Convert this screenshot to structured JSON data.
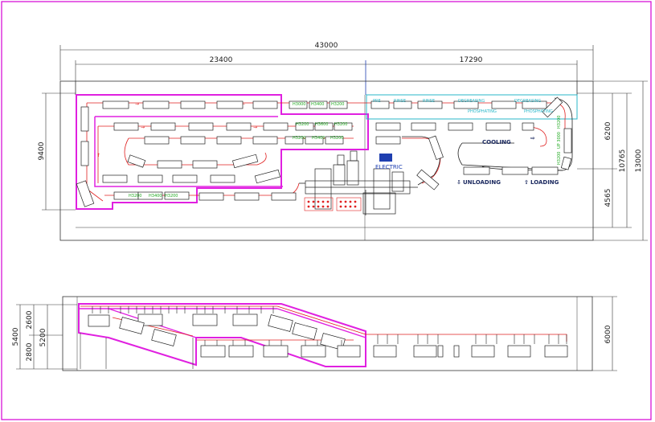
{
  "dimensions": {
    "total_width": "43000",
    "left_span": "23400",
    "right_span": "17290",
    "plan_height_left": "9400",
    "right_upper": "6200",
    "right_middle": "10765",
    "right_lower": "4565",
    "right_total": "13000",
    "elev_left_outer": "5400",
    "elev_left_upper": "2600",
    "elev_left_lower": "2800",
    "elev_left_inner": "5200",
    "elev_right": "6000"
  },
  "labels": {
    "cooling": "COOLING",
    "unloading": "UNLOADING",
    "loading": "LOADING",
    "electric": "ELECTRIC",
    "ovens_top_left": [
      "H3000",
      "H3400",
      "H3200"
    ],
    "ovens_mid_1": [
      "H3200",
      "H3600",
      "H3200"
    ],
    "ovens_mid_2": [
      "H3200",
      "H3400",
      "H3200"
    ],
    "ovens_bottom": [
      "H3200",
      "H3400",
      "H3200"
    ],
    "pretreat": [
      "PRE",
      "RINSE",
      "RINSE",
      "DEGREASING",
      "DEGREASING"
    ],
    "pretreat_sub": [
      "",
      "",
      "",
      "PHOSPHATING",
      "PHOSPHATING"
    ],
    "vertical_labels": [
      "UP 3000",
      "H3200",
      "H3200",
      "UP 3000"
    ]
  },
  "colors": {
    "frame": "#d400d4",
    "highlight": "#ff33ff",
    "conveyor": "#e02020",
    "outline": "#222222",
    "blue": "#1f3fb0",
    "cyan": "#2ab7c9",
    "green": "#20b020"
  }
}
